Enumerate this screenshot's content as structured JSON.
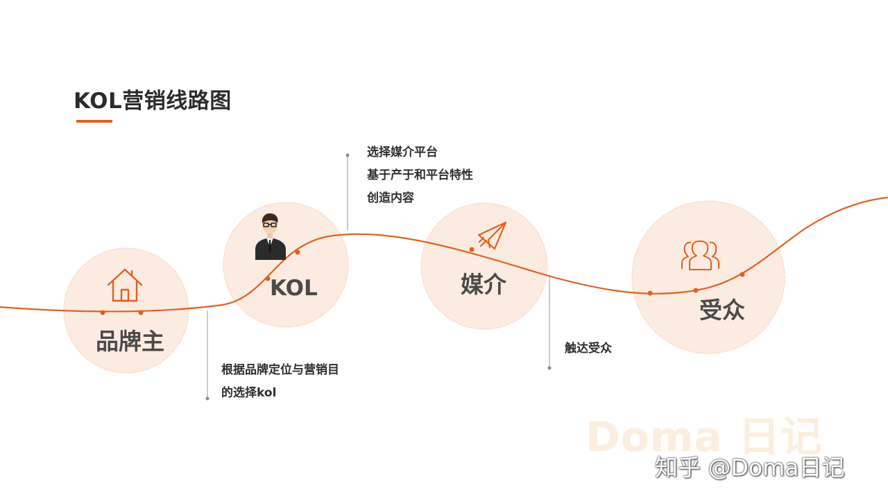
{
  "title": "KOL营销线路图",
  "nodes": [
    {
      "label": "品牌主",
      "icon": "house-icon"
    },
    {
      "label": "KOL",
      "icon": "businessman-icon"
    },
    {
      "label": "媒介",
      "icon": "paper-plane-icon"
    },
    {
      "label": "受众",
      "icon": "people-group-icon"
    }
  ],
  "notes": {
    "brand": [
      "根据品牌定位与营销目",
      "的选择kol"
    ],
    "media": [
      "选择媒介平台",
      "基于产于和平台特性",
      "创造内容"
    ],
    "audience": [
      "触达受众"
    ]
  },
  "watermark": "Doma 日记",
  "site": "知乎 @Doma日记",
  "colors": {
    "accent": "#e0601f",
    "circle_fill": "#fcebe1",
    "circle_stroke": "#f2c3a8",
    "text": "#4a4a4a"
  }
}
